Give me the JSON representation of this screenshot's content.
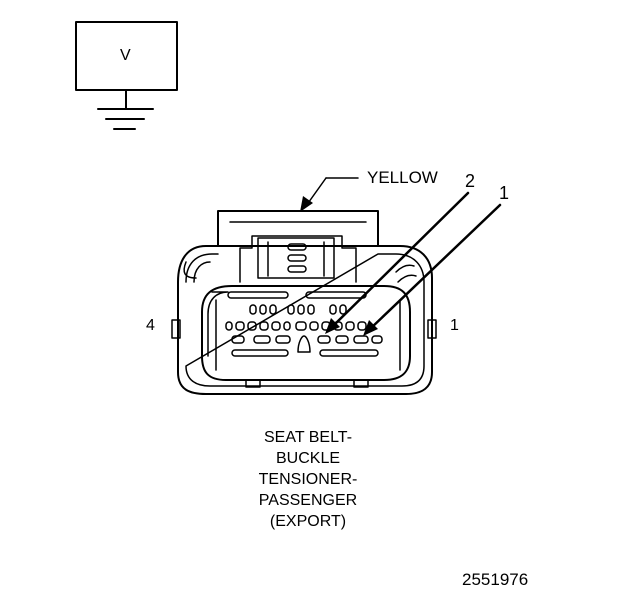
{
  "meter": {
    "label": "V"
  },
  "wire_color": "YELLOW",
  "pin_callouts": [
    "2",
    "1"
  ],
  "side_labels": {
    "left": "4",
    "right": "1"
  },
  "caption": [
    "SEAT BELT-",
    "BUCKLE",
    "TENSIONER-",
    "PASSENGER",
    "(EXPORT)"
  ],
  "figure_id": "2551976",
  "colors": {
    "line": "#000000",
    "background": "#ffffff"
  }
}
